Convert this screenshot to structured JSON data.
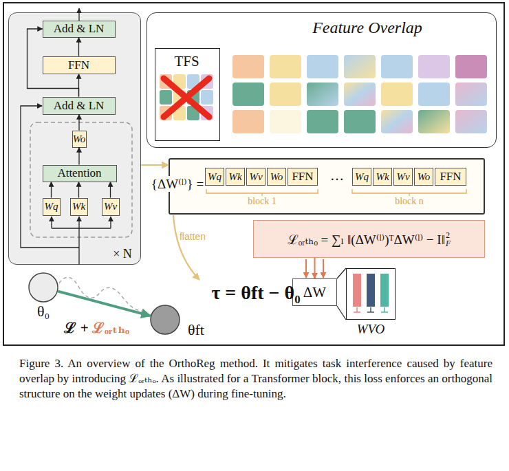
{
  "diagram": {
    "caption": "Figure 3. An overview of the OrthoReg method. It mitigates task interference caused by feature overlap by introducing ℒₒᵣₜₕₒ. As illustrated for a Transformer block, this loss enforces an orthogonal structure on the weight updates (ΔW) during fine-tuning.",
    "nodes": [
      {
        "text": [
          "× N"
        ]
      },
      {
        "text": [
          "Add & LN"
        ],
        "in": 0
      },
      {
        "text": [
          "FFN"
        ],
        "in": 0
      },
      {
        "text": [
          "Add & LN"
        ],
        "in": 0
      },
      {
        "text": [
          "Wo"
        ],
        "in": 0
      },
      {
        "text": [
          "Attention"
        ],
        "in": 0
      },
      {
        "text": [
          "Wq"
        ],
        "in": 0
      },
      {
        "text": [
          "Wk"
        ],
        "in": 0
      },
      {
        "text": [
          "Wv"
        ],
        "in": 0
      },
      {
        "text": [
          "Feature Overlap"
        ]
      },
      {
        "text": [
          "TFS"
        ],
        "in": 9
      },
      {
        "text": [
          "{ΔW⁽ˡ⁾} ="
        ]
      },
      {
        "text": [
          "Wq"
        ],
        "in": 11
      },
      {
        "text": [
          "Wk"
        ],
        "in": 11
      },
      {
        "text": [
          "Wv"
        ],
        "in": 11
      },
      {
        "text": [
          "Wo"
        ],
        "in": 11
      },
      {
        "text": [
          "FFN"
        ],
        "in": 11
      },
      {
        "text": [
          "Wq"
        ],
        "in": 11
      },
      {
        "text": [
          "Wk"
        ],
        "in": 11
      },
      {
        "text": [
          "Wv"
        ],
        "in": 11
      },
      {
        "text": [
          "Wo"
        ],
        "in": 11
      },
      {
        "text": [
          "FFN"
        ],
        "in": 11
      },
      {
        "text": [
          "ℒₒᵣₜₕₒ = ∑ₗ ‖(ΔW⁽ˡ⁾)ᵀΔW⁽ˡ⁾ − I‖",
          "2",
          "F"
        ]
      },
      {
        "text": [
          "ΔW"
        ]
      },
      {
        "text": [
          "WVO"
        ]
      },
      {
        "text": [
          "θ₀"
        ]
      },
      {
        "text": [
          "θft"
        ]
      }
    ],
    "edges": [
      {
        "from": 6,
        "to": 5,
        "arrow": "to"
      },
      {
        "from": 7,
        "to": 5,
        "arrow": "to"
      },
      {
        "from": 8,
        "to": 5,
        "arrow": "to"
      },
      {
        "from": 5,
        "to": 4,
        "arrow": "to"
      },
      {
        "from": 4,
        "to": 3,
        "arrow": "to"
      },
      {
        "from": 3,
        "to": 2,
        "arrow": "to"
      },
      {
        "from": 2,
        "to": 1,
        "arrow": "to"
      },
      {
        "from": 3,
        "to": 1,
        "arrow": "to"
      },
      {
        "from": 0,
        "to": 11,
        "arrow": "to"
      },
      {
        "from": 22,
        "to": 23,
        "arrow": "to"
      },
      {
        "from": 23,
        "to": 24,
        "arrow": "none"
      },
      {
        "from": 25,
        "to": 26,
        "arrow": "to"
      }
    ],
    "labels": [
      "…",
      "block 1",
      "block n",
      "flatten",
      "ℒ +",
      "ℒₒᵣₜₕₒ",
      "τ = θft − θ₀"
    ]
  }
}
